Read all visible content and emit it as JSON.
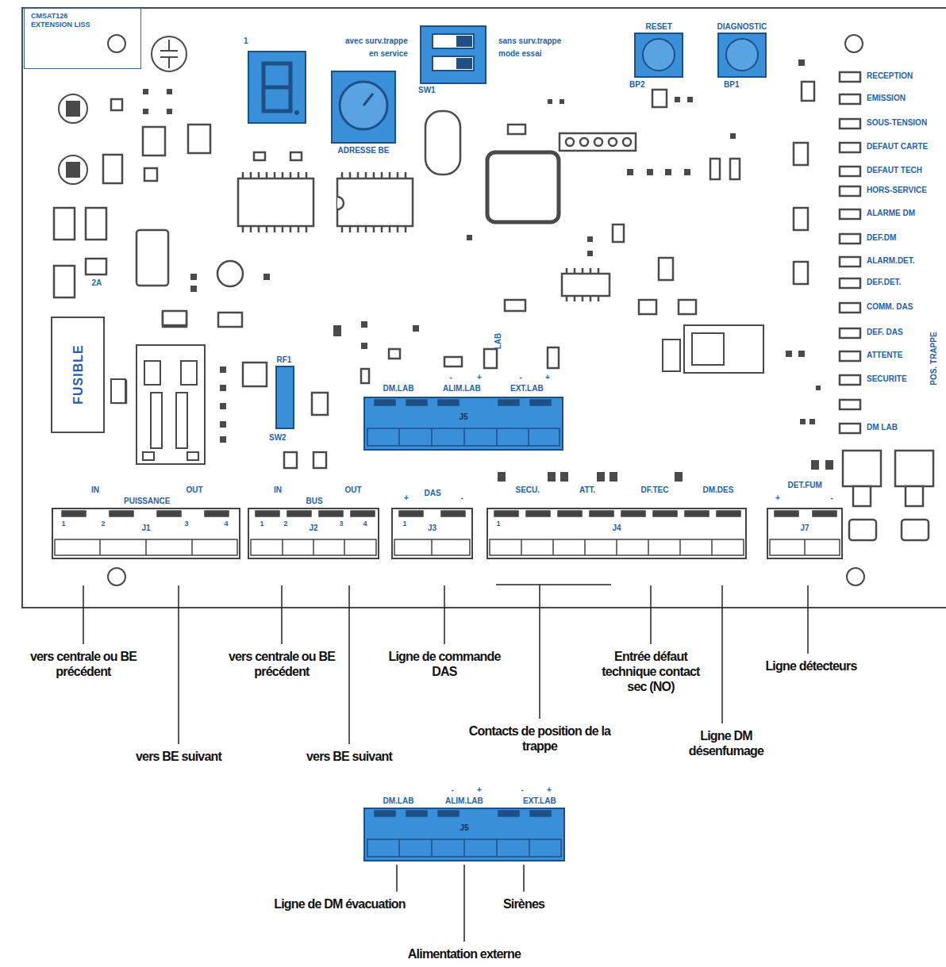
{
  "diagram": {
    "nodes": [
      {
        "text": [
          "CMSAT126",
          "EXTENSION LISS"
        ]
      },
      {
        "text": [
          "J5"
        ]
      },
      {
        "text": [
          "J1"
        ]
      },
      {
        "text": [
          "J2"
        ]
      },
      {
        "text": [
          "J3"
        ]
      },
      {
        "text": [
          "J4"
        ]
      },
      {
        "text": [
          "J7"
        ]
      },
      {
        "text": [
          "J5"
        ]
      }
    ],
    "labels": [
      "1",
      "avec surv.trappe",
      "en service",
      "sans surv.trappe",
      "mode essai",
      "SW1",
      "ADRESSE BE",
      "RESET",
      "BP2",
      "DIAGNOSTIC",
      "BP1",
      "RECEPTION",
      "EMISSION",
      "SOUS-TENSION",
      "DEFAUT CARTE",
      "DEFAUT TECH",
      "HORS-SERVICE",
      "ALARME DM",
      "DEF.DM",
      "ALARM.DET.",
      "DEF.DET.",
      "COMM. DAS",
      "DEF. DAS",
      "ATTENTE",
      "SECURITE",
      "DM LAB",
      "POS. TRAPPE",
      "FUSIBLE",
      "RF1",
      "SW2",
      "2A",
      "LAB",
      "DM.LAB",
      "-",
      "+",
      "ALIM.LAB",
      "-",
      "+",
      "EXT.LAB",
      "IN",
      "PUISSANCE",
      "OUT",
      "1",
      "2",
      "3",
      "4",
      "IN",
      "BUS",
      "OUT",
      "1",
      "2",
      "3",
      "4",
      "+",
      "DAS",
      "-",
      "1",
      "SECU.",
      "ATT.",
      "DF.TEC",
      "DM.DES",
      "1",
      "DET.FUM",
      "+",
      "-",
      "DM.LAB",
      "-",
      "+",
      "ALIM.LAB",
      "-",
      "+",
      "EXT.LAB",
      "vers centrale ou BE précédent",
      "vers BE suivant",
      "vers centrale ou BE précédent",
      "vers BE suivant",
      "Ligne de commande DAS",
      "Contacts de position de la trappe",
      "Entrée défaut technique contact sec (NO)",
      "Ligne DM désenfumage",
      "Ligne détecteurs",
      "Ligne de DM évacuation",
      "Sirènes",
      "Alimentation externe"
    ]
  }
}
